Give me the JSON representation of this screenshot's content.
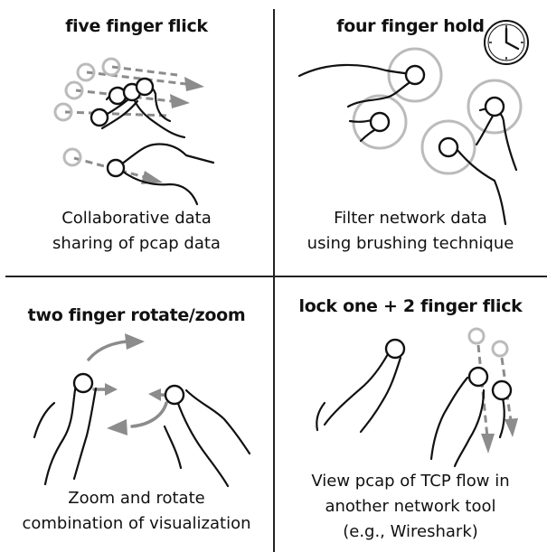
{
  "panels": [
    {
      "title": "five finger flick",
      "caption_lines": [
        "Collaborative data",
        "sharing of pcap data"
      ],
      "icons": [
        "hand-icon",
        "flick-arrow-icon"
      ]
    },
    {
      "title": "four finger hold",
      "caption_lines": [
        "Filter network data",
        "using  brushing technique"
      ],
      "icons": [
        "hand-icon",
        "clock-icon",
        "touch-halo-icon"
      ]
    },
    {
      "title": "two finger rotate/zoom",
      "caption_lines": [
        "Zoom and rotate",
        "combination of visualization"
      ],
      "icons": [
        "hand-icon",
        "rotate-arrow-icon"
      ]
    },
    {
      "title": "lock one + 2 finger  flick",
      "caption_lines": [
        "View pcap of TCP flow in",
        "another network tool",
        "(e.g., Wireshark)"
      ],
      "icons": [
        "hand-icon",
        "flick-arrow-icon"
      ]
    }
  ],
  "colors": {
    "ink": "#111111",
    "arrow": "#8c8c8c",
    "halo": "#bbbbbb",
    "background": "#ffffff"
  }
}
